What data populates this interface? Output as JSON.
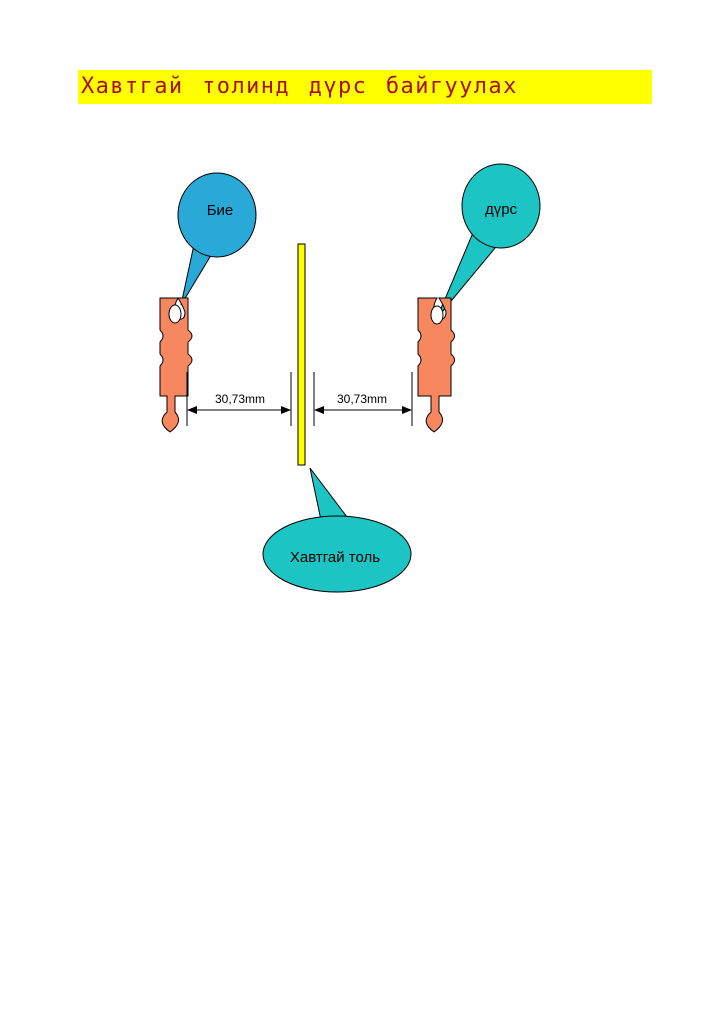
{
  "title": "Хавтгай толинд дүрс байгуулах",
  "labels": {
    "object": "Бие",
    "image": "дүрс",
    "mirror": "Хавтгай толь",
    "distance_left": "30,73mm",
    "distance_right": "30,73mm"
  },
  "colors": {
    "title_background": "#ffff00",
    "title_text": "#a81010",
    "object_callout": "#29a9d8",
    "image_callout": "#1cc4c4",
    "mirror_callout": "#1cc4c4",
    "figure": "#f7875e",
    "mirror": "#ffff00"
  },
  "icons": {
    "figure_left": "puzzle-piece-icon",
    "figure_right": "puzzle-piece-icon"
  }
}
